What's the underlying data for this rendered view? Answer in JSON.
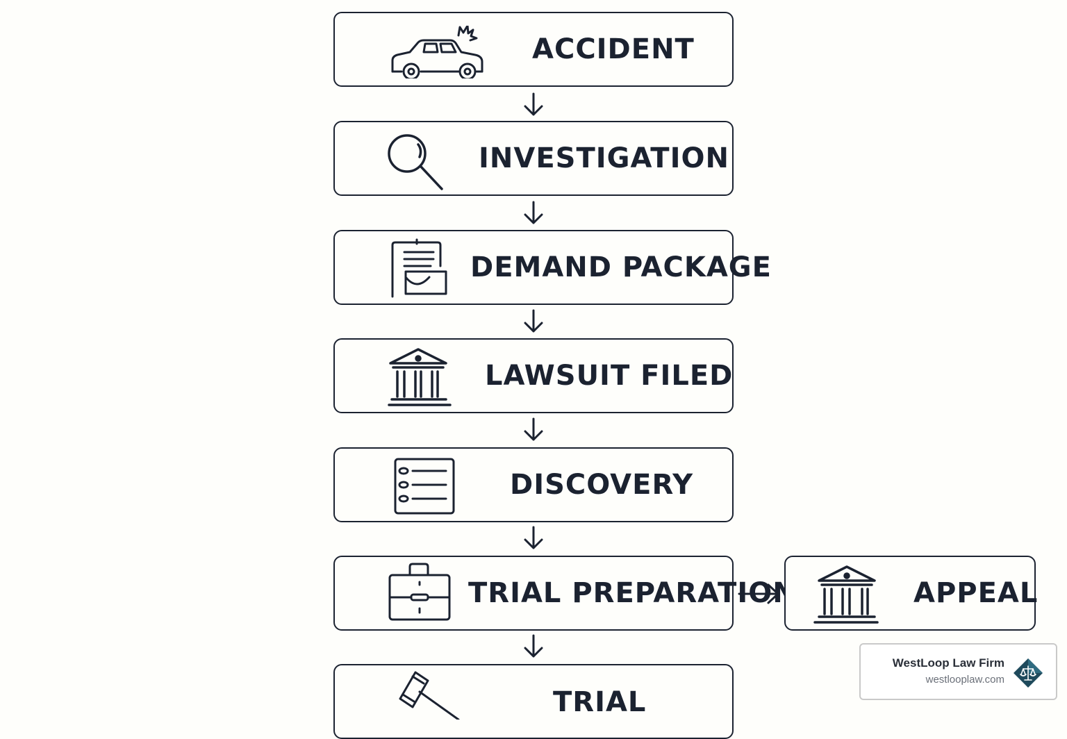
{
  "steps": [
    {
      "id": "accident",
      "label": "ACCIDENT",
      "icon": "car-crash-icon"
    },
    {
      "id": "investigation",
      "label": "INVESTIGATION",
      "icon": "magnifying-glass-icon"
    },
    {
      "id": "demand-package",
      "label": "DEMAND PACKAGE",
      "icon": "document-folder-icon"
    },
    {
      "id": "lawsuit-filed",
      "label": "LAWSUIT FILED",
      "icon": "courthouse-icon"
    },
    {
      "id": "discovery",
      "label": "DISCOVERY",
      "icon": "checklist-icon"
    },
    {
      "id": "trial-preparation",
      "label": "TRIAL PREPARATION",
      "icon": "briefcase-icon"
    },
    {
      "id": "trial",
      "label": "TRIAL",
      "icon": "gavel-icon"
    }
  ],
  "branch": {
    "label": "APPEAL",
    "icon": "courthouse-icon"
  },
  "brand": {
    "name": "WestLoop Law Firm",
    "url": "westlooplaw.com",
    "icon": "scales-of-justice-logo",
    "accent": "#1f4a5c"
  },
  "colors": {
    "ink": "#1b2230",
    "background": "#fefefb"
  }
}
